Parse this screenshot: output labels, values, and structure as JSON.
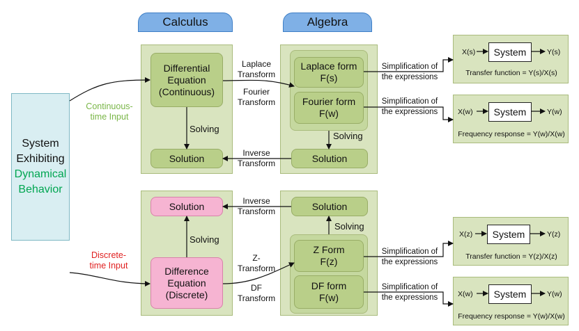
{
  "headers": {
    "calculus": "Calculus",
    "algebra": "Algebra"
  },
  "system_exhibiting": {
    "line1": "System",
    "line2": "Exhibiting",
    "line3": "Dynamical",
    "line4": "Behavior"
  },
  "inputs": {
    "continuous": "Continuous-\ntime Input",
    "discrete": "Discrete-\ntime Input"
  },
  "continuous": {
    "diff_eq": "Differential\nEquation\n(Continuous)",
    "solving_left": "Solving",
    "solution_left": "Solution",
    "laplace_form": "Laplace form\nF(s)",
    "fourier_form": "Fourier form\nF(w)",
    "solving_right": "Solving",
    "solution_right": "Solution",
    "laplace_transform": "Laplace\nTransform",
    "fourier_transform": "Fourier\nTransform",
    "inverse_transform": "Inverse\nTransform"
  },
  "discrete": {
    "solution_left": "Solution",
    "solving_left": "Solving",
    "diff_eq": "Difference\nEquation\n(Discrete)",
    "solution_right": "Solution",
    "solving_right": "Solving",
    "z_form": "Z Form\nF(z)",
    "df_form": "DF form\nF(w)",
    "inverse_transform": "Inverse\nTransform",
    "z_transform": "Z-\nTransform",
    "df_transform": "DF\nTransform"
  },
  "simplification": "Simplification of\nthe expressions",
  "outputs": [
    {
      "input": "X(s)",
      "system": "System",
      "output": "Y(s)",
      "caption": "Transfer function = Y(s)/X(s)"
    },
    {
      "input": "X(w)",
      "system": "System",
      "output": "Y(w)",
      "caption": "Frequency response = Y(w)/X(w)"
    },
    {
      "input": "X(z)",
      "system": "System",
      "output": "Y(z)",
      "caption": "Transfer function = Y(z)/X(z)"
    },
    {
      "input": "X(w)",
      "system": "System",
      "output": "Y(w)",
      "caption": "Frequency response = Y(w)/X(w)"
    }
  ],
  "colors": {
    "green_text": "#00a651",
    "lightgreen_text": "#7ab648",
    "red_text": "#e02020"
  }
}
